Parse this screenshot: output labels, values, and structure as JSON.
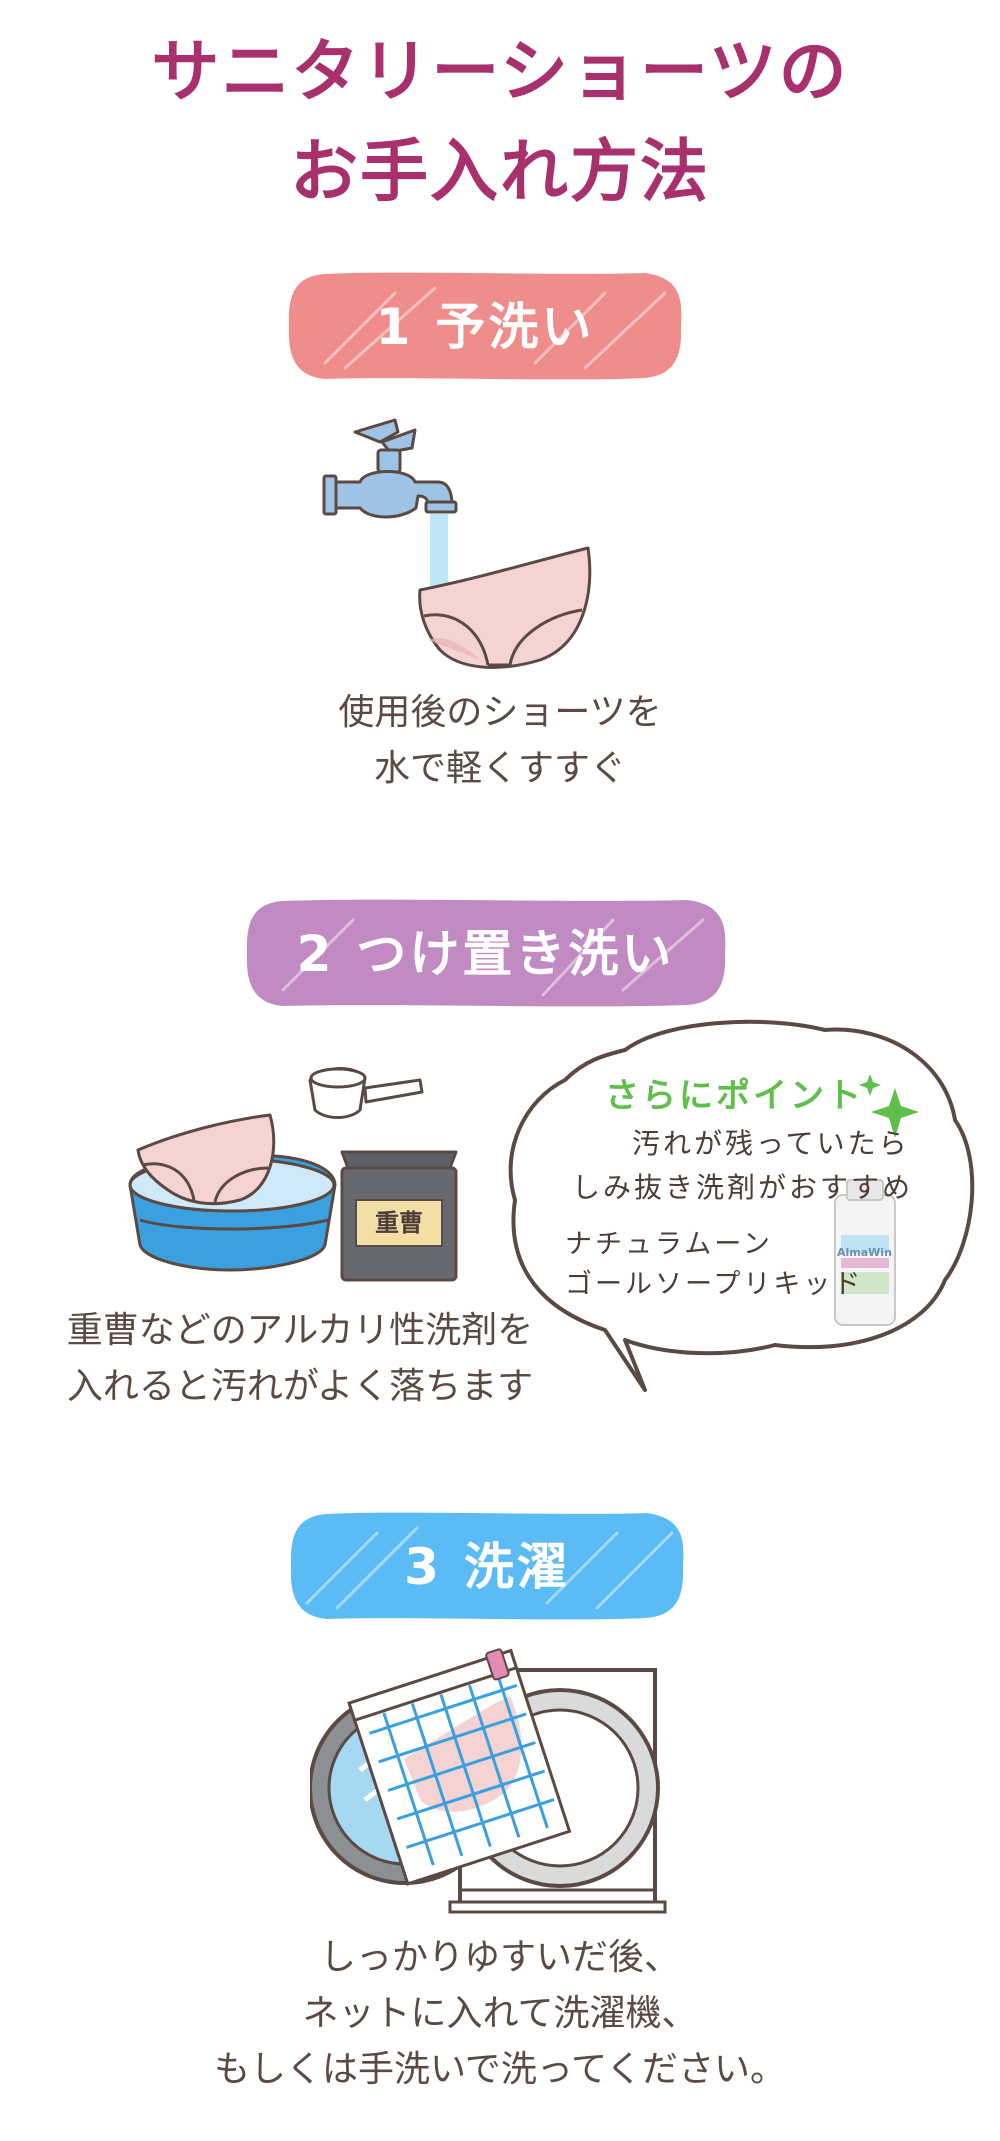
{
  "title": {
    "line1": "サニタリーショーツの",
    "line2": "お手入れ方法"
  },
  "steps": [
    {
      "number": "1",
      "label": "予洗い",
      "caption": [
        "使用後のショーツを",
        "水で軽くすすぐ"
      ],
      "color": "#ef8c8c"
    },
    {
      "number": "2",
      "label": "つけ置き洗い",
      "caption": [
        "重曹などのアルカリ性洗剤を",
        "入れると汚れがよく落ちます"
      ],
      "color": "#c28ac2",
      "soda_box_label": "重曹"
    },
    {
      "number": "3",
      "label": "洗濯",
      "caption": [
        "しっかりゆすいだ後、",
        "ネットに入れて洗濯機、",
        "もしくは手洗いで洗ってください。"
      ],
      "color": "#5bbcf5"
    }
  ],
  "point_bubble": {
    "heading": "さらにポイント",
    "lines": [
      "汚れが残っていたら",
      "しみ抜き洗剤がおすすめ"
    ],
    "product_lines": [
      "ナチュラムーン",
      "ゴールソープリキッド"
    ],
    "bottle_brand": "AlmaWin",
    "accent_color": "#5fbf4a"
  }
}
